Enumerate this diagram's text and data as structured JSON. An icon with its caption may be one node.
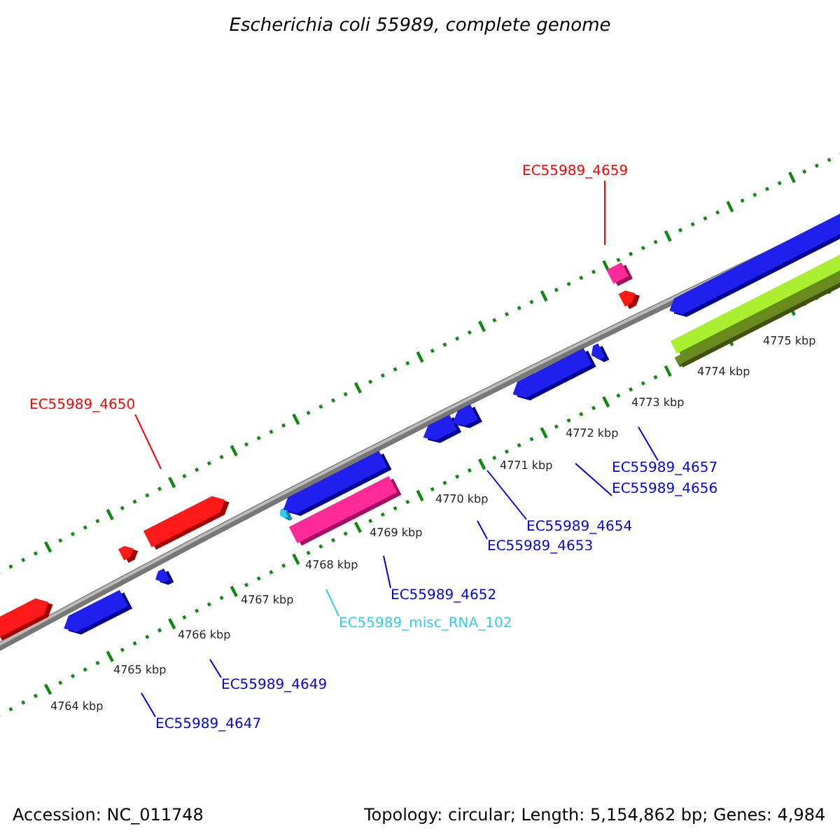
{
  "diagram": {
    "title": "Escherichia coli 55989, complete genome",
    "nodes": [
      {
        "text": [
          "EC55989_4659"
        ]
      },
      {
        "text": [
          "EC55989_4650"
        ]
      },
      {
        "text": [
          "EC55989_4657"
        ]
      },
      {
        "text": [
          "EC55989_4656"
        ]
      },
      {
        "text": [
          "EC55989_4654"
        ]
      },
      {
        "text": [
          "EC55989_4653"
        ]
      },
      {
        "text": [
          "EC55989_4652"
        ]
      },
      {
        "text": [
          "EC55989_misc_RNA_102"
        ]
      },
      {
        "text": [
          "EC55989_4649"
        ]
      },
      {
        "text": [
          "EC55989_4647"
        ]
      }
    ],
    "edges": [
      {
        "from": 0,
        "to": null,
        "arrow": "none",
        "color": "#ff0000"
      },
      {
        "from": 1,
        "to": null,
        "arrow": "none",
        "color": "#ff0000"
      },
      {
        "from": 2,
        "to": null,
        "arrow": "none"
      },
      {
        "from": 3,
        "to": null,
        "arrow": "none"
      },
      {
        "from": 4,
        "to": null,
        "arrow": "none"
      },
      {
        "from": 5,
        "to": null,
        "arrow": "none"
      },
      {
        "from": 6,
        "to": null,
        "arrow": "none"
      },
      {
        "from": 7,
        "to": null,
        "arrow": "none",
        "color": "#33ccee"
      },
      {
        "from": 8,
        "to": null,
        "arrow": "none"
      },
      {
        "from": 9,
        "to": null,
        "arrow": "none"
      }
    ],
    "labels": [
      "4775 kbp",
      "4774 kbp",
      "4773 kbp",
      "4772 kbp",
      "4771 kbp",
      "4770 kbp",
      "4769 kbp",
      "4768 kbp",
      "4767 kbp",
      "4766 kbp",
      "4765 kbp",
      "4764 kbp",
      "Accession: NC_011748",
      "Topology: circular; Length: 5,154,862 bp; Genes: 4,984"
    ]
  }
}
